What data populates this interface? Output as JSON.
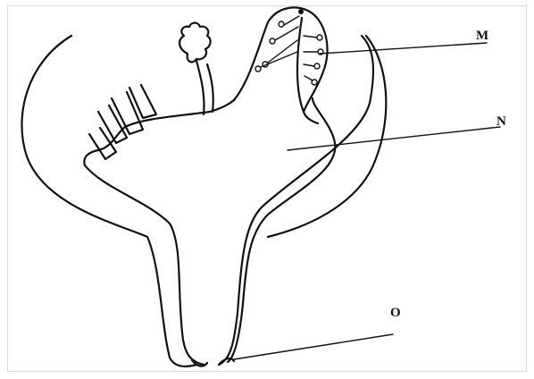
{
  "labels": {
    "m": "M",
    "n": "N",
    "o": "O"
  },
  "colors": {
    "ink": "#111111",
    "background": "#ffffff",
    "frame": "#d9d9d9"
  }
}
